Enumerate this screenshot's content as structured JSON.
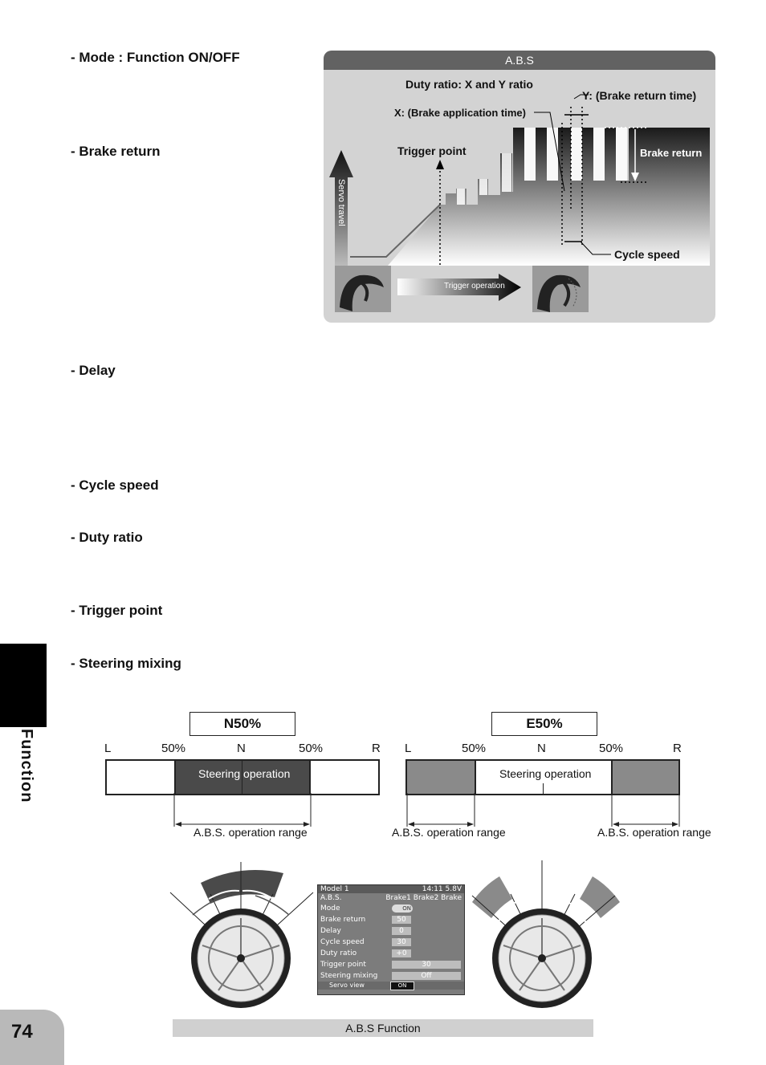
{
  "headings": {
    "mode": "- Mode : Function ON/OFF",
    "brake_return": "- Brake return",
    "delay": "- Delay",
    "cycle_speed": "- Cycle speed",
    "duty_ratio": "- Duty ratio",
    "trigger_point": "- Trigger point",
    "steering_mixing": "- Steering mixing"
  },
  "side_tab": {
    "label": "Function"
  },
  "page_number": "74",
  "figure_caption": "A.B.S Function",
  "abs_diagram": {
    "title": "A.B.S",
    "duty_ratio_label": "Duty ratio: X and Y ratio",
    "y_label": "Y: (Brake return time)",
    "x_label": "X: (Brake application time)",
    "trigger_point_label": "Trigger point",
    "brake_return_label": "Brake return",
    "servo_travel_label": "Servo travel",
    "cycle_speed_label": "Cycle speed",
    "trigger_operation_label": "Trigger operation"
  },
  "steering_bars": {
    "n50": {
      "title": "N50%",
      "ticks": [
        "L",
        "50%",
        "N",
        "50%",
        "R"
      ],
      "center_label": "Steering operation",
      "range_label": "A.B.S. operation range"
    },
    "e50": {
      "title": "E50%",
      "ticks": [
        "L",
        "50%",
        "N",
        "50%",
        "R"
      ],
      "center_label": "Steering operation",
      "range_label_left": "A.B.S. operation range",
      "range_label_right": "A.B.S. operation range"
    }
  },
  "screen": {
    "header_left": "Model 1",
    "header_right": "14:11 5.8V",
    "title": "A.B.S.",
    "columns": "Brake1 Brake2 Brake",
    "rows": [
      {
        "label": "Mode",
        "value": "ON"
      },
      {
        "label": "Brake return",
        "value": "50"
      },
      {
        "label": "Delay",
        "value": "0"
      },
      {
        "label": "Cycle speed",
        "value": "30"
      },
      {
        "label": "Duty ratio",
        "value": "+0"
      },
      {
        "label": "Trigger point",
        "value": "30"
      },
      {
        "label": "Steering mixing",
        "value": "Off"
      }
    ],
    "footer": "Servo view",
    "footer_button": "ON"
  },
  "colors": {
    "dark_gray": "#4a4a4a",
    "mid_gray": "#8a8a8a",
    "panel_gray": "#d3d3d3",
    "title_gray": "#626262"
  }
}
